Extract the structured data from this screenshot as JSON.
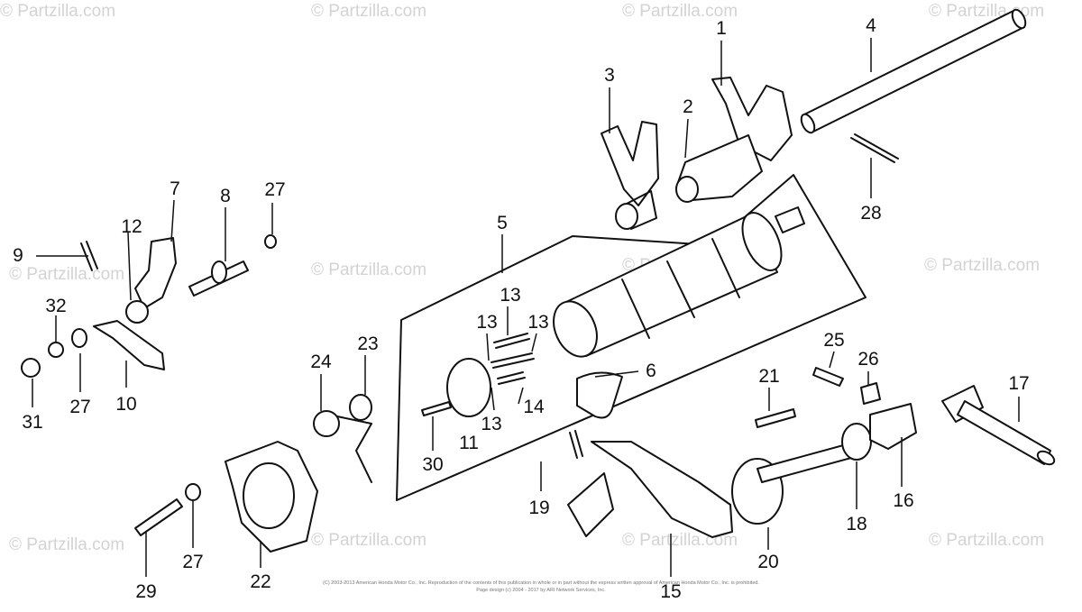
{
  "watermark": "© Partzilla.com",
  "copyright": {
    "line1": "(C) 2003-2013 American Honda Motor Co., Inc. Reproduction of the contents of this publication in whole or in part without the express written approval of American Honda Motor Co., Inc. is prohibited.",
    "line2": "Page design (c) 2004 - 2017 by ARI Network Services, Inc."
  },
  "callouts": [
    "1",
    "2",
    "3",
    "4",
    "5",
    "6",
    "7",
    "8",
    "9",
    "10",
    "11",
    "12",
    "13",
    "13",
    "13",
    "13",
    "14",
    "15",
    "16",
    "17",
    "18",
    "19",
    "20",
    "21",
    "22",
    "23",
    "24",
    "25",
    "26",
    "27",
    "27",
    "27",
    "28",
    "29",
    "30",
    "31",
    "32"
  ]
}
